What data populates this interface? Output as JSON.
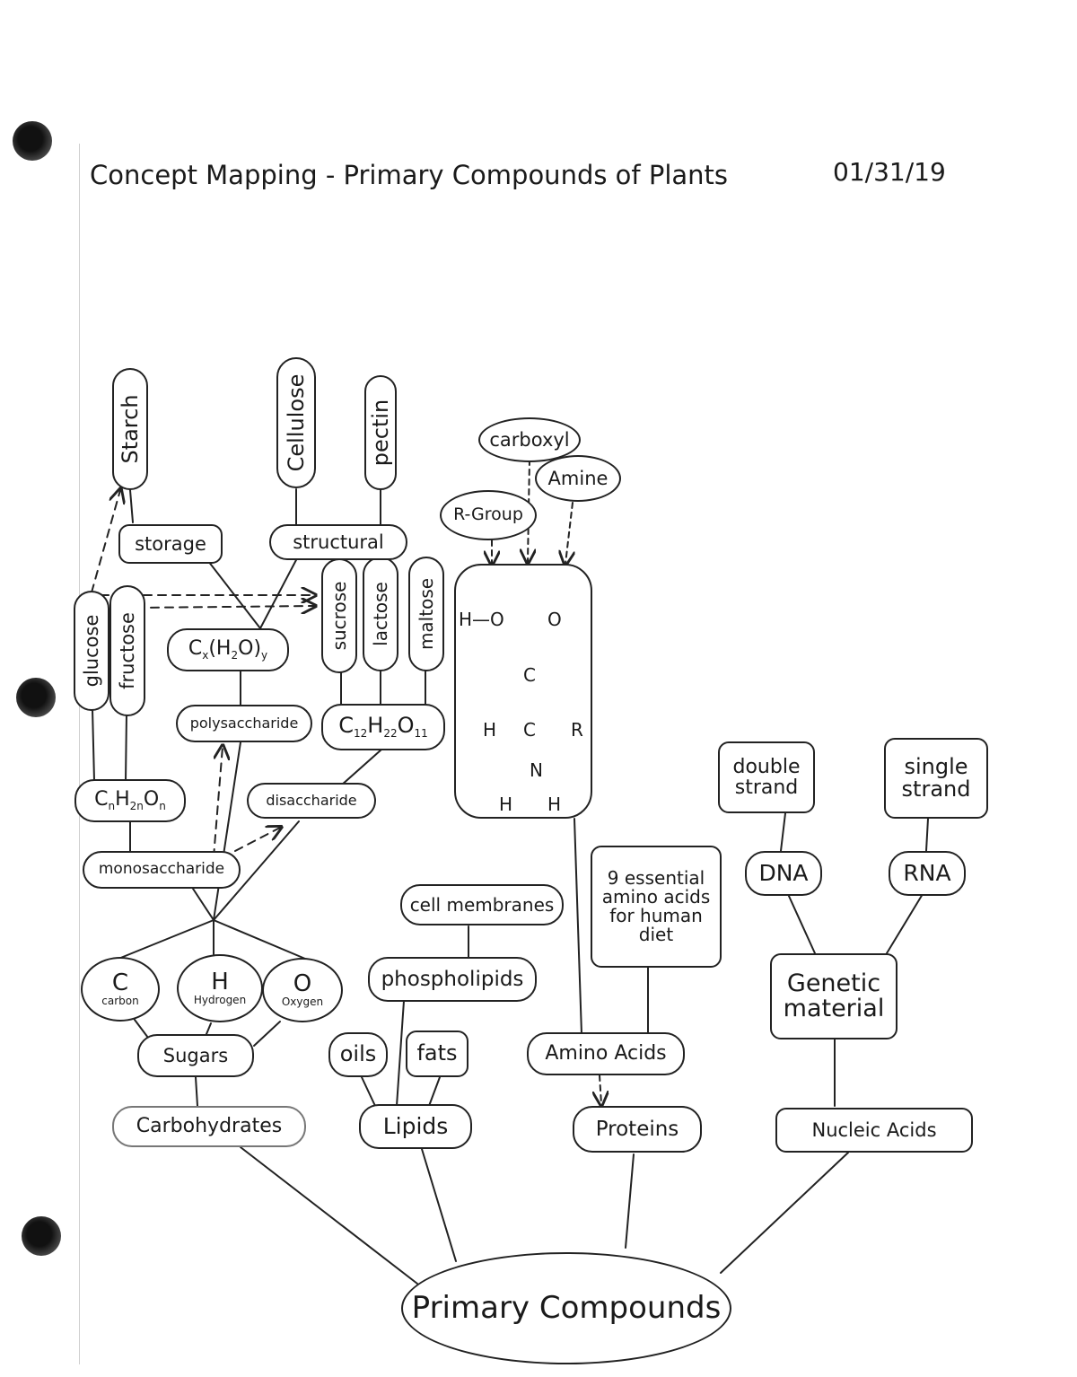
{
  "header": {
    "title": "Concept Mapping - Primary Compounds of Plants",
    "date": "01/31/19"
  },
  "root": "Primary Compounds",
  "carbohydrates": {
    "label": "Carbohydrates",
    "sugars": "Sugars",
    "elements": {
      "c_symbol": "C",
      "c_name": "carbon",
      "h_symbol": "H",
      "h_name": "Hydrogen",
      "o_symbol": "O",
      "o_name": "Oxygen"
    },
    "monosaccharide": "monosaccharide",
    "mono_formula": {
      "c": "C",
      "n1": "n",
      "h": "H",
      "n2": "2n",
      "o": "O",
      "n3": "n"
    },
    "glucose": "glucose",
    "fructose": "fructose",
    "disaccharide": "disaccharide",
    "di_formula": {
      "c": "C",
      "c_sub": "12",
      "h": "H",
      "h_sub": "22",
      "o": "O",
      "o_sub": "11"
    },
    "sucrose": "sucrose",
    "lactose": "lactose",
    "maltose": "maltose",
    "polysaccharide": "polysaccharide",
    "poly_formula": {
      "c": "C",
      "x": "x",
      "h2o": "(H",
      "two": "2",
      "o_close": "O)",
      "y": "y"
    },
    "storage": "storage",
    "starch": "Starch",
    "structural": "structural",
    "cellulose": "Cellulose",
    "pectin": "pectin"
  },
  "lipids": {
    "label": "Lipids",
    "oils": "oils",
    "fats": "fats",
    "phospholipids": "phospholipids",
    "cell_membranes": "cell membranes"
  },
  "proteins": {
    "label": "Proteins",
    "amino_acids": "Amino Acids",
    "essential": "9 essential amino acids for human diet",
    "r_group": "R-Group",
    "carboxyl": "carboxyl",
    "amine": "Amine",
    "structure": {
      "h_o": "H—O",
      "o": "O",
      "c_top": "C",
      "h_left": "H",
      "c_mid": "C",
      "r": "R",
      "n": "N",
      "h1": "H",
      "h2": "H"
    }
  },
  "nucleic_acids": {
    "label": "Nucleic Acids",
    "genetic": "Genetic material",
    "dna": "DNA",
    "rna": "RNA",
    "double": "double strand",
    "single": "single strand"
  }
}
